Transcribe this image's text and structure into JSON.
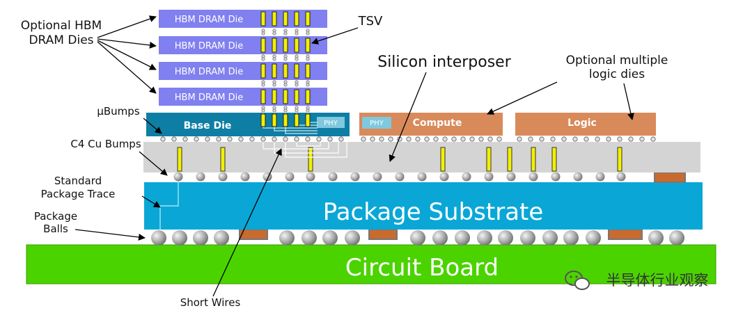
{
  "labels": {
    "optional_hbm_line1": "Optional HBM",
    "optional_hbm_line2": "DRAM Dies",
    "hbm_die": "HBM DRAM Die",
    "tsv": "TSV",
    "silicon_interposer": "Silicon interposer",
    "optional_logic_line1": "Optional multiple",
    "optional_logic_line2": "logic dies",
    "ubumps": "μBumps",
    "c4_bumps": "C4 Cu Bumps",
    "std_trace_line1": "Standard",
    "std_trace_line2": "Package Trace",
    "pkg_balls_line1": "Package",
    "pkg_balls_line2": "Balls",
    "base_die": "Base Die",
    "phy": "PHY",
    "compute": "Compute",
    "logic": "Logic",
    "package_substrate": "Package Substrate",
    "circuit_board": "Circuit Board",
    "short_wires": "Short Wires",
    "watermark": "半导体行业观察"
  },
  "colors": {
    "hbm_die": "#8080f0",
    "tsv": "#f2f000",
    "base_die": "#0e7ea4",
    "phy": "#7fc8dd",
    "logic_die": "#d98a5a",
    "interposer": "#d4d4d4",
    "substrate": "#0aa7d6",
    "circuit_board": "#4bd300",
    "solder_ball": "#b0b0b0",
    "capacitor": "#c96a2e"
  },
  "icons": {
    "watermark_icon": "wechat-icon"
  }
}
